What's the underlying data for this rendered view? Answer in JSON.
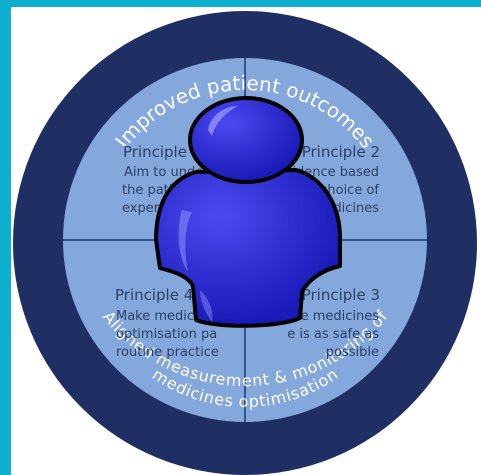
{
  "diagram": {
    "outer_ring_top_text": "Improved patient outcomes",
    "outer_ring_bottom_text_line1": "Aligned measurement & monitoring of",
    "outer_ring_bottom_text_line2": "medicines optimisation",
    "quadrants": [
      {
        "title": "Principle 1",
        "lines": [
          "Aim to under",
          "the patient's",
          "experien"
        ]
      },
      {
        "title": "Principle 2",
        "lines": [
          "Evidence based",
          "choice of",
          "medicines"
        ]
      },
      {
        "title": "Principle 4",
        "lines": [
          "Make medicin",
          "optimisation pa",
          "routine practice"
        ]
      },
      {
        "title": "Principle 3",
        "lines": [
          "re medicines",
          "e is as safe as",
          "possible"
        ]
      }
    ]
  },
  "colors": {
    "background": "#0fb0cf",
    "outer_ring": "#1f2f63",
    "inner_circle": "#84a7dc",
    "quadrant_text": "#2c3f66",
    "person_fill": "#2323c9",
    "person_outline": "#000000"
  },
  "icons": [
    "person-icon"
  ]
}
